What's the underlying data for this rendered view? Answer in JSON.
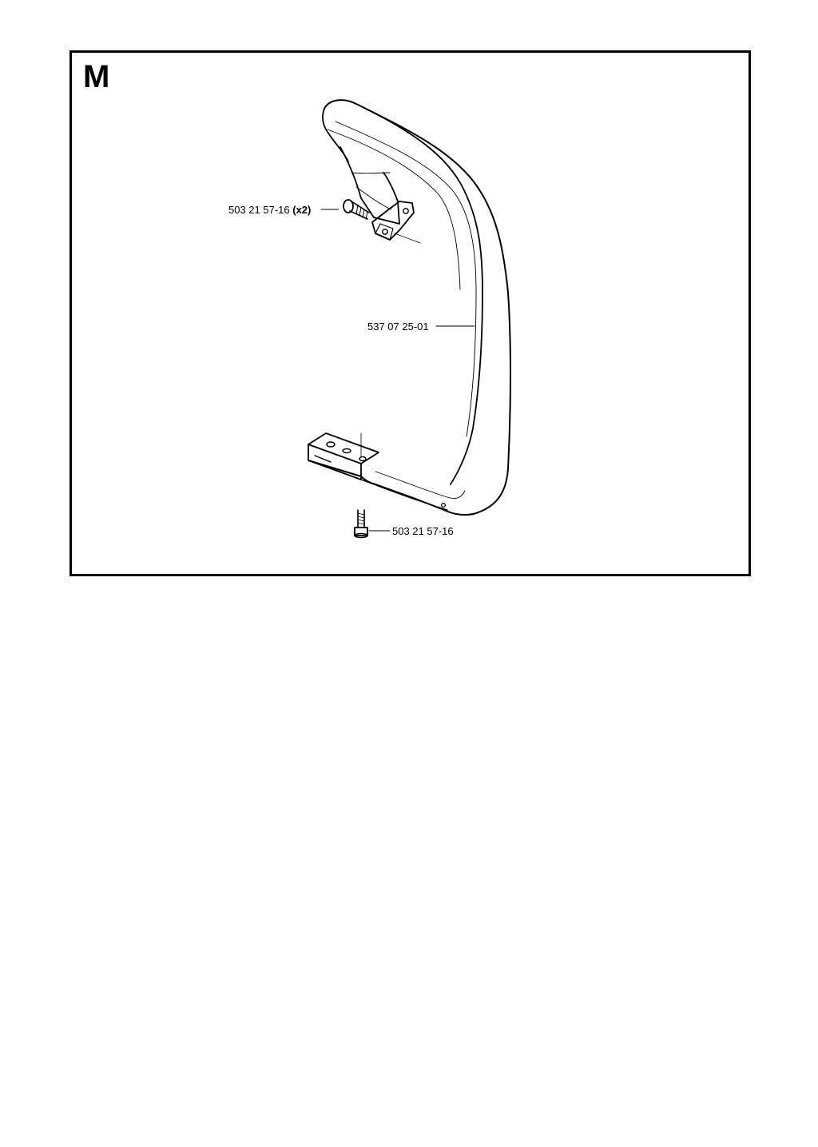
{
  "section": {
    "letter": "M"
  },
  "parts": [
    {
      "part_number": "503 21 57-16",
      "quantity": "(x2)",
      "item": "bolt-upper"
    },
    {
      "part_number": "537 07 25-01",
      "quantity": "",
      "item": "front-handle"
    },
    {
      "part_number": "503 21 57-16",
      "quantity": "",
      "item": "bolt-lower"
    }
  ],
  "colors": {
    "line": "#000000",
    "background": "#ffffff"
  }
}
